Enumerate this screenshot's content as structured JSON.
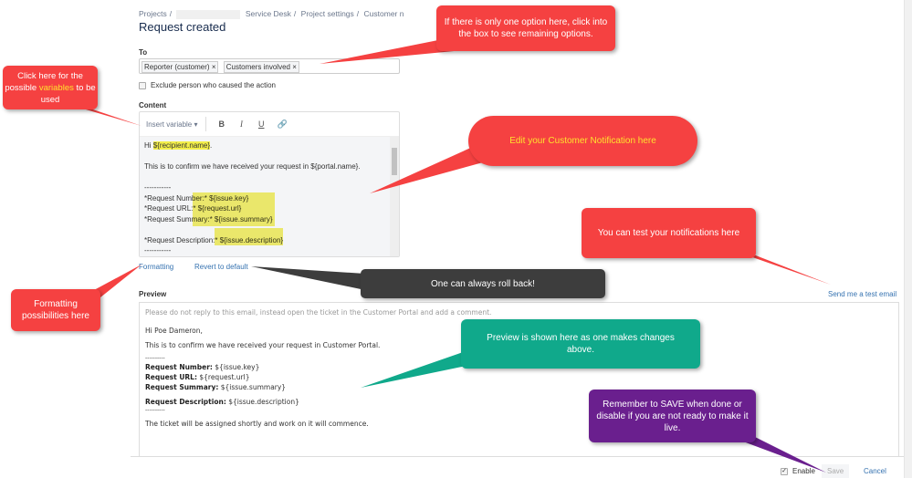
{
  "breadcrumb": [
    "Projects",
    "Service Desk",
    "Project settings",
    "Customer n"
  ],
  "page_title": "Request created",
  "to": {
    "label": "To",
    "tags": [
      "Reporter (customer)",
      "Customers involved"
    ],
    "exclude_label": "Exclude person who caused the action"
  },
  "content": {
    "label": "Content",
    "insert_variable": "Insert variable",
    "lines": [
      "Hi ",
      "${recipient.name}",
      ".",
      "This is to confirm we have received your request in ${portal.name}.",
      "-----------",
      "*Request Number:* ${issue.key}",
      "*Request URL:* ${request.url}",
      "*Request Summary:* ${issue.summary}",
      "*Request Description:* ${issue.description}",
      "-----------"
    ],
    "formatting": "Formatting",
    "revert": "Revert to default"
  },
  "preview": {
    "label": "Preview",
    "test_email": "Send me a test email",
    "notice": "Please do not reply to this email, instead open the ticket in the Customer Portal and add a comment.",
    "greeting": "Hi Poe Dameron,",
    "confirm": "This is to confirm we have received your request in Customer Portal.",
    "dashes": "----------",
    "fields": [
      {
        "k": "Request Number:",
        "v": " ${issue.key}"
      },
      {
        "k": "Request URL:",
        "v": " ${request.url}"
      },
      {
        "k": "Request Summary:",
        "v": " ${issue.summary}"
      },
      {
        "k": "Request Description:",
        "v": " ${issue.description}"
      }
    ],
    "closing": "The ticket will be assigned shortly and work on it will commence."
  },
  "footer": {
    "enable": "Enable",
    "save": "Save",
    "cancel": "Cancel"
  },
  "callouts": {
    "options": "If there is only one option here, click into the box to see remaining options.",
    "variables_pre": "Click here for the possible ",
    "variables_word": "variables",
    "variables_post": " to be used",
    "edit": "Edit your Customer Notification here",
    "test": "You can test your notifications here",
    "formatting": "Formatting possibilities here",
    "rollback": "One can always roll back!",
    "preview": "Preview is shown here as one makes changes above.",
    "save": "Remember to SAVE when done or disable if you are not ready to make it live."
  },
  "colors": {
    "red": "#f54141",
    "teal": "#10a98b",
    "purple": "#6a1f8e",
    "dark": "#3d3d3d",
    "highlight": "#f3ee4a",
    "link": "#3572b0"
  }
}
